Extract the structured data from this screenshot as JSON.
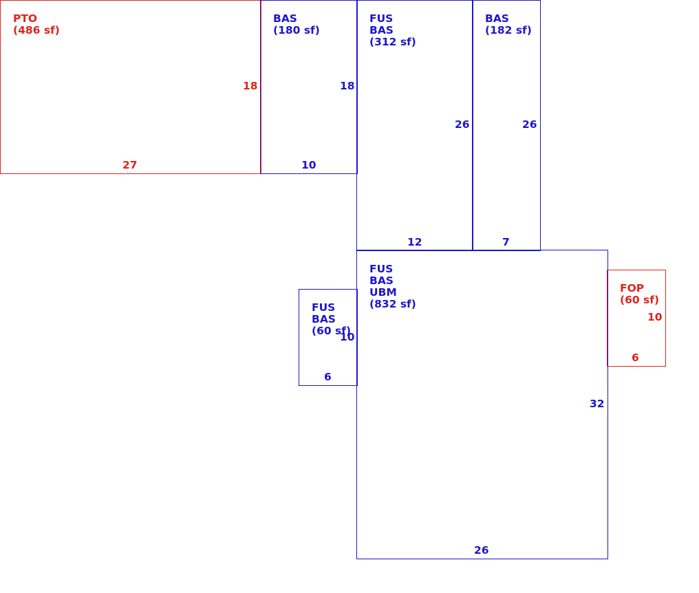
{
  "colors": {
    "porch": "#e0241b",
    "living": "#1f16c8",
    "background": "#ffffff"
  },
  "areas": {
    "pto": {
      "codes": [
        "PTO"
      ],
      "area": "(486 sf)",
      "height": "18",
      "width": "27"
    },
    "bas_a": {
      "codes": [
        "BAS"
      ],
      "area": "(180 sf)",
      "height": "18",
      "width": "10"
    },
    "fus_bas_a": {
      "codes": [
        "FUS",
        "BAS"
      ],
      "area": "(312 sf)",
      "height": "26",
      "width": "12"
    },
    "bas_b": {
      "codes": [
        "BAS"
      ],
      "area": "(182 sf)",
      "height": "26",
      "width": "7"
    },
    "main": {
      "codes": [
        "FUS",
        "BAS",
        "UBM"
      ],
      "area": "(832 sf)",
      "height": "32",
      "width": "26"
    },
    "small": {
      "codes": [
        "FUS",
        "BAS"
      ],
      "area": "(60 sf)",
      "height": "10",
      "width": "6"
    },
    "fop": {
      "codes": [
        "FOP"
      ],
      "area": "(60 sf)",
      "height": "10",
      "width": "6"
    }
  }
}
